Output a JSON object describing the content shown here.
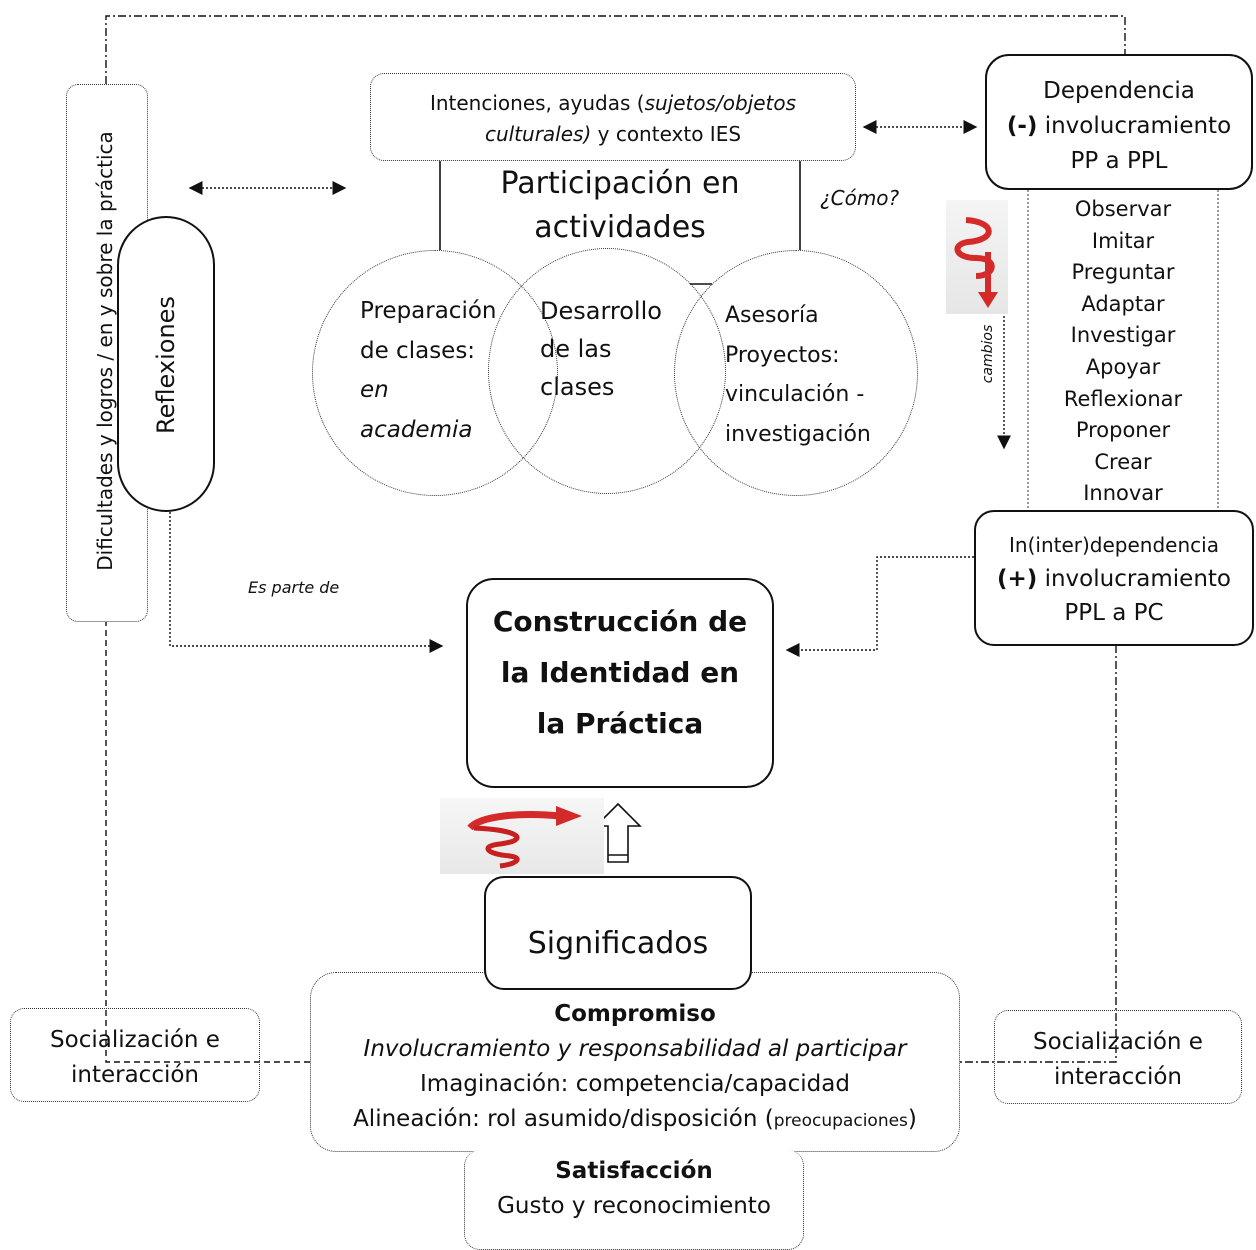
{
  "top_box": {
    "line1": "Intenciones, ayudas (",
    "line1_italic": "sujetos/objetos",
    "line2_italic": "culturales)",
    "line2": " y contexto IES"
  },
  "participation": {
    "title_line1": "Participación en",
    "title_line2": "actividades",
    "how": "¿Cómo?"
  },
  "circles": {
    "prep": {
      "line1": "Preparación",
      "line2": "de clases:",
      "line3": "en",
      "line4": "academia"
    },
    "dev": {
      "line1": "Desarrollo",
      "line2": "de las",
      "line3": "clases"
    },
    "advice": {
      "line1": "Asesoría",
      "line2": "Proyectos:",
      "line3": "vinculación -",
      "line4": "investigación"
    }
  },
  "left_panel": {
    "vertical_text": "Dificultades y  logros / en y sobre la práctica",
    "reflections": "Reflexiones",
    "is_part_of": "Es parte de"
  },
  "dependence": {
    "line1": "Dependencia",
    "line2_bold": "(-)",
    "line2": " involucramiento",
    "line3": "PP a PPL"
  },
  "changes_label": "cambios",
  "actions": [
    "Observar",
    "Imitar",
    "Preguntar",
    "Adaptar",
    "Investigar",
    "Apoyar",
    "Reflexionar",
    "Proponer",
    "Crear",
    "Innovar"
  ],
  "interdependence": {
    "line1": "In(inter)dependencia",
    "line2_bold": "(+)",
    "line2": " involucramiento",
    "line3": "PPL a PC"
  },
  "identity": {
    "line1": "Construcción de",
    "line2": "la Identidad en",
    "line3": "la Práctica"
  },
  "meanings": "Significados",
  "commitment": {
    "title": "Compromiso",
    "line1": "Involucramiento y responsabilidad al participar",
    "line2": "Imaginación: competencia/capacidad",
    "line3": "Alineación: rol asumido/disposición (",
    "line3_small": "preocupaciones",
    "line3_end": ")"
  },
  "satisfaction": {
    "title": "Satisfacción",
    "line1": "Gusto y reconocimiento"
  },
  "socialization_left": {
    "line1": "Socialización e",
    "line2": "interacción"
  },
  "socialization_right": {
    "line1": "Socialización e",
    "line2": "interacción"
  },
  "colors": {
    "spiral_red": "#d42a2a",
    "line": "#111111"
  }
}
